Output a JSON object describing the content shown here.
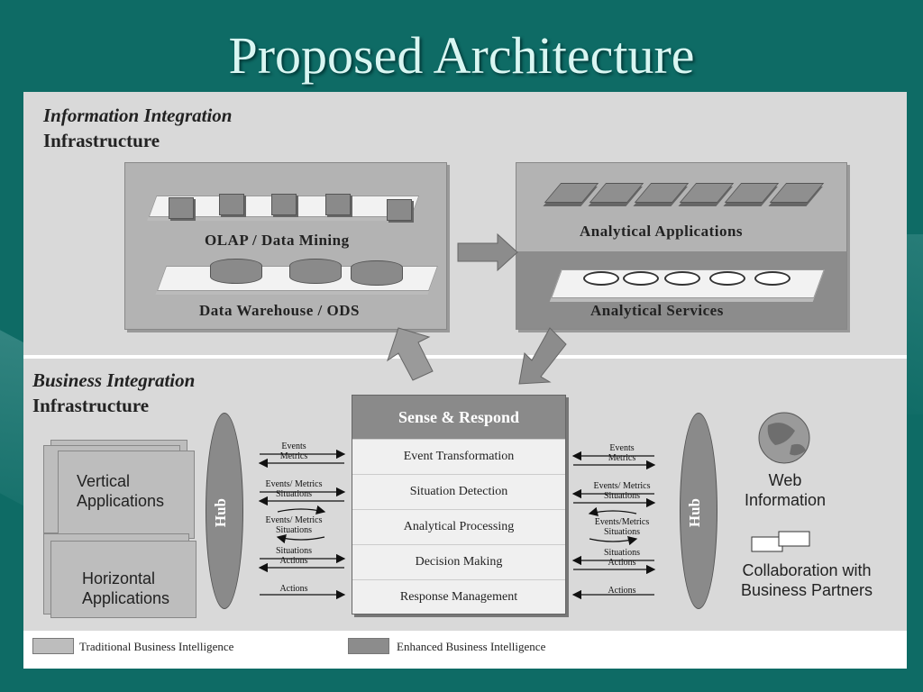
{
  "title": "Proposed Architecture",
  "top_section": {
    "title_italic": "Information Integration",
    "title_plain": "Infrastructure"
  },
  "bottom_section": {
    "title_italic": "Business Integration",
    "title_plain": "Infrastructure"
  },
  "left_box": {
    "olap_label": "OLAP / Data Mining",
    "dw_label": "Data Warehouse / ODS"
  },
  "right_box": {
    "apps_label": "Analytical Applications",
    "services_label": "Analytical Services"
  },
  "left_apps": {
    "vertical": [
      "Vertical",
      "Applications"
    ],
    "horizontal": [
      "Horizontal",
      "Applications"
    ]
  },
  "hub_label": "Hub",
  "sense_respond": {
    "header": "Sense & Respond",
    "rows": [
      "Event Transformation",
      "Situation Detection",
      "Analytical Processing",
      "Decision Making",
      "Response Management"
    ]
  },
  "left_arrows": [
    [
      "Events",
      "Metrics"
    ],
    [
      "Events/ Metrics",
      "Situations"
    ],
    [
      "Events/ Metrics",
      "Situations"
    ],
    [
      "Situations",
      "Actions"
    ],
    [
      "Actions"
    ]
  ],
  "right_arrows": [
    [
      "Events",
      "Metrics"
    ],
    [
      "Events/ Metrics",
      "Situations"
    ],
    [
      "Events/Metrics",
      "Situations"
    ],
    [
      "Situations",
      "Actions"
    ],
    [
      "Actions"
    ]
  ],
  "web": [
    "Web",
    "Information"
  ],
  "collab": [
    "Collaboration with",
    "Business Partners"
  ],
  "legend": {
    "traditional": "Traditional Business Intelligence",
    "enhanced": "Enhanced Business Intelligence"
  },
  "colors": {
    "background": "#0e6b65",
    "title": "#d9f6f2",
    "light_gray": "#b3b3b3",
    "dark_gray": "#8c8c8c"
  }
}
